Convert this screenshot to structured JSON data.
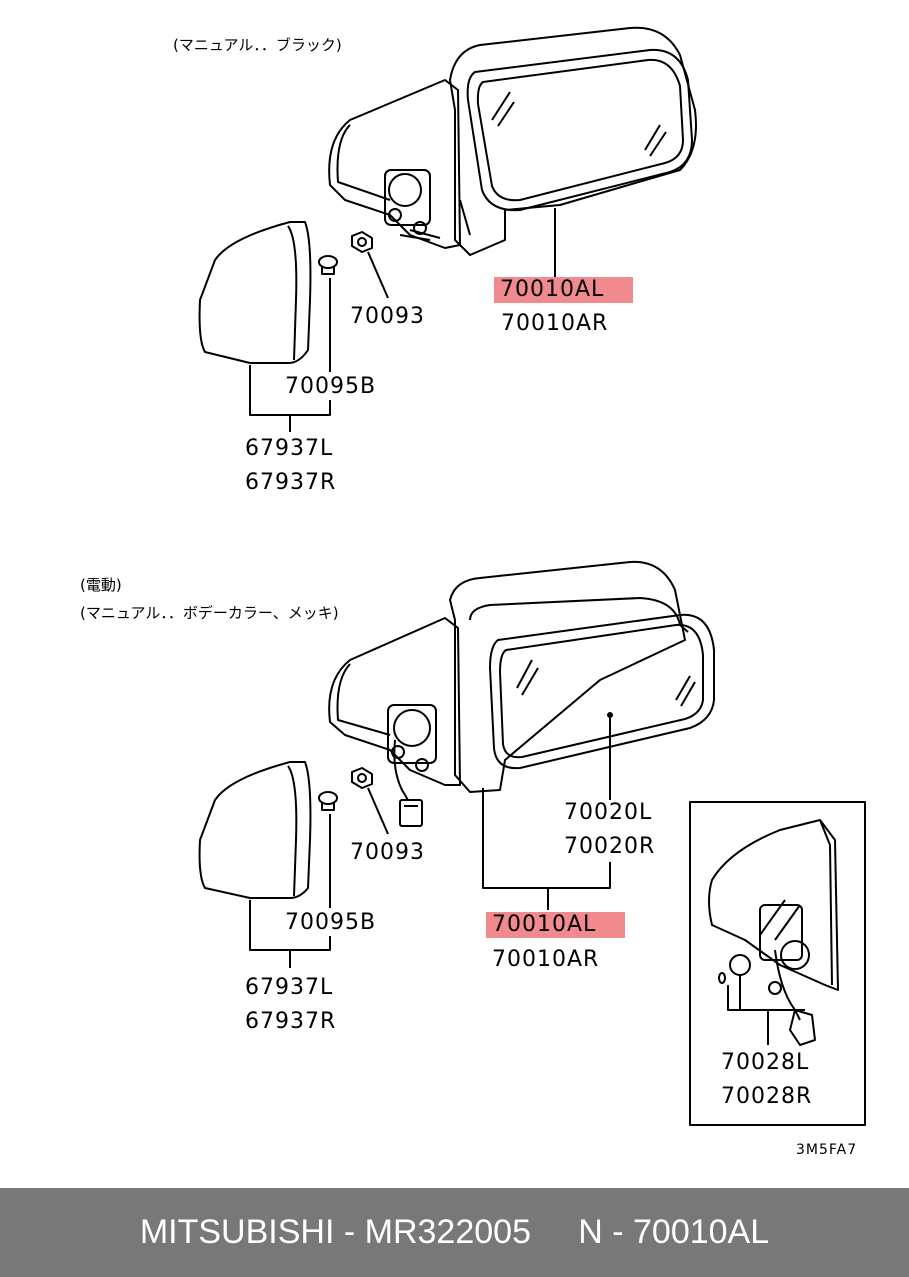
{
  "notes": {
    "top_variant": "(マニュアル．．ブラック)",
    "bottom_electric": "(電動)",
    "bottom_variant": "(マニュアル．．ボデーカラー、メッキ)"
  },
  "top_labels": {
    "mirror_left": "70010AL",
    "mirror_right": "70010AR",
    "nut": "70093",
    "clip": "70095B",
    "cover_left": "67937L",
    "cover_right": "67937R"
  },
  "bottom_labels": {
    "glass_left": "70020L",
    "glass_right": "70020R",
    "mirror_left": "70010AL",
    "mirror_right": "70010AR",
    "nut": "70093",
    "clip": "70095B",
    "cover_left": "67937L",
    "cover_right": "67937R"
  },
  "inset_labels": {
    "part_left": "70028L",
    "part_right": "70028R"
  },
  "diagram_code": "3M5FA7",
  "footer": {
    "brand": "MITSUBISHI",
    "separator": " - ",
    "part_number": "MR322005",
    "gap": "     ",
    "ref_prefix": "N - ",
    "ref_number": "70010AL"
  },
  "colors": {
    "highlight": "#f08a8e",
    "footer_bg": "#787878",
    "footer_text": "#ffffff"
  }
}
